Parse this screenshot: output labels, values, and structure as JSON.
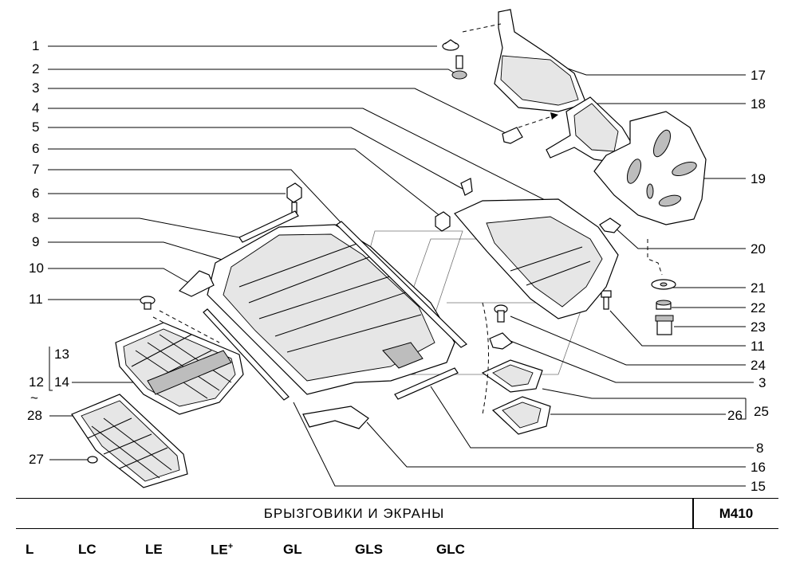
{
  "callouts": {
    "left": [
      "1",
      "2",
      "3",
      "4",
      "5",
      "6",
      "7",
      "6",
      "8",
      "9",
      "10",
      "11"
    ],
    "group_13": "13",
    "group_14": "14",
    "group_12": "12",
    "group_tilde": "~",
    "group_28": "28",
    "item_27": "27",
    "right": [
      "17",
      "18",
      "19",
      "20",
      "21",
      "22",
      "23",
      "11",
      "24",
      "3",
      "25",
      "26",
      "8",
      "16",
      "15"
    ]
  },
  "title": "БРЫЗГОВИКИ  И  ЭКРАНЫ",
  "code": "M410",
  "variants": [
    "L",
    "LC",
    "LE",
    "LE",
    "+",
    "GL",
    "GLS",
    "GLC"
  ]
}
